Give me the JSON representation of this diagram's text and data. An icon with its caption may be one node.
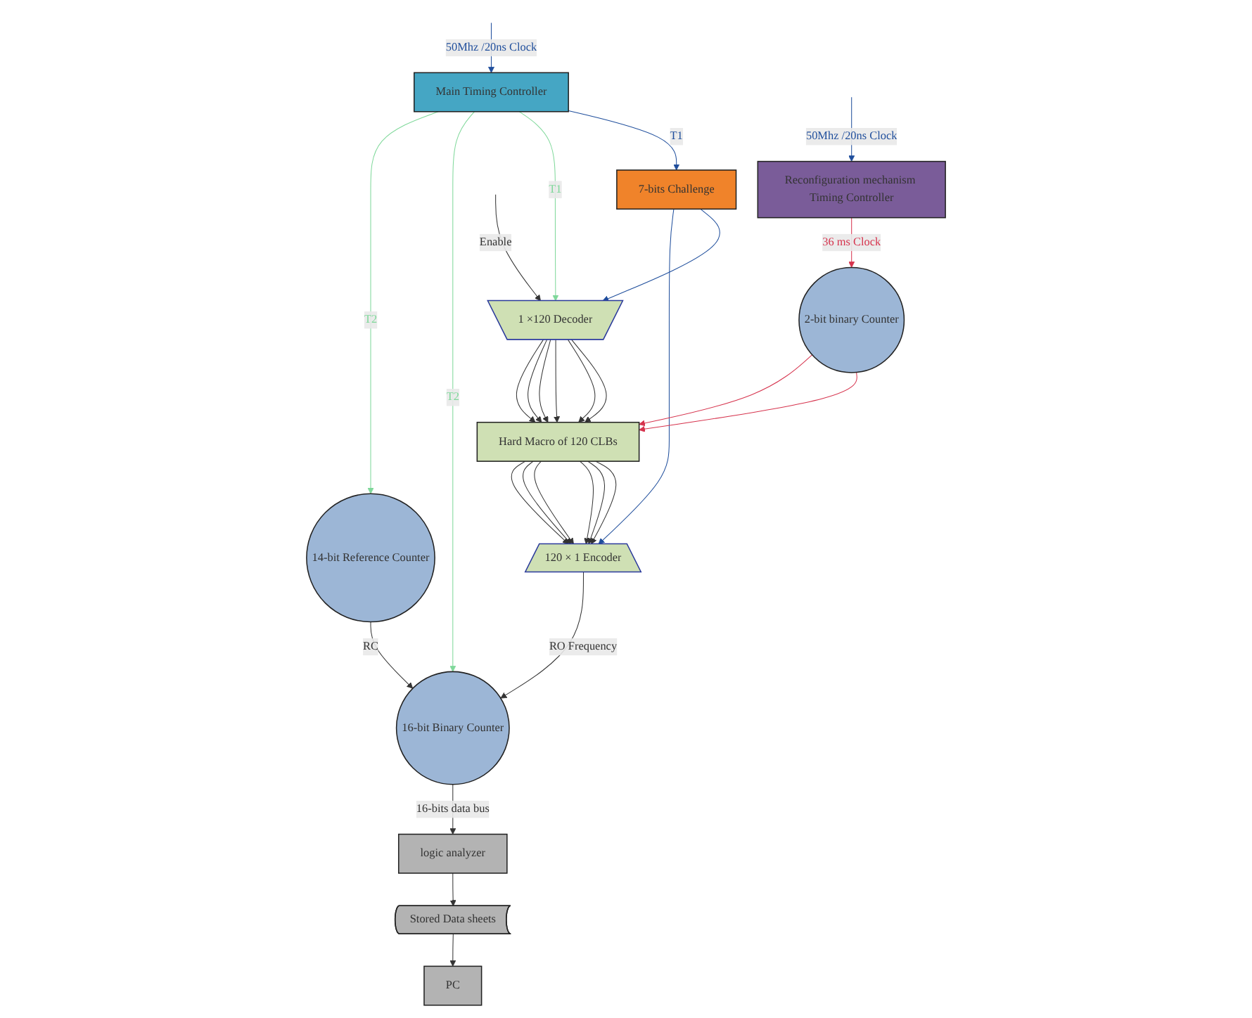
{
  "diagram": {
    "nodes": [
      {
        "text": [
          "1 ×120 Decoder"
        ]
      },
      {
        "text": [
          "Hard Macro of 120 CLBs"
        ]
      },
      {
        "text": [
          "120 × 1 Encoder"
        ]
      },
      {
        "text": [
          "16-bit Binary Counter"
        ]
      },
      {
        "text": [
          "14-bit Reference Counter"
        ]
      },
      {
        "text": [
          "7-bits Challenge"
        ]
      },
      {
        "text": [
          "Main Timing Controller"
        ]
      },
      {
        "text": [
          "logic analyzer"
        ]
      },
      {
        "text": [
          "Stored Data sheets"
        ]
      },
      {
        "text": [
          "PC"
        ]
      },
      {
        "text": [
          "2-bit binary Counter"
        ]
      },
      {
        "text": [
          "Reconfiguration mechanism Timing Controller"
        ]
      }
    ],
    "edges": [
      {
        "from": null,
        "to": 0,
        "arrow": "to",
        "label": "Enable"
      },
      {
        "from": 0,
        "to": 1,
        "arrow": "to"
      },
      {
        "from": 0,
        "to": 1,
        "arrow": "to"
      },
      {
        "from": 0,
        "to": 1,
        "arrow": "to"
      },
      {
        "from": 0,
        "to": 1,
        "arrow": "to"
      },
      {
        "from": 0,
        "to": 1,
        "arrow": "to"
      },
      {
        "from": 0,
        "to": 1,
        "arrow": "to"
      },
      {
        "from": 1,
        "to": 2,
        "arrow": "to"
      },
      {
        "from": 1,
        "to": 2,
        "arrow": "to"
      },
      {
        "from": 1,
        "to": 2,
        "arrow": "to"
      },
      {
        "from": 1,
        "to": 2,
        "arrow": "to"
      },
      {
        "from": 1,
        "to": 2,
        "arrow": "to"
      },
      {
        "from": 1,
        "to": 2,
        "arrow": "to"
      },
      {
        "from": 2,
        "to": 3,
        "arrow": "to",
        "label": "RO Frequency"
      },
      {
        "from": 4,
        "to": 3,
        "arrow": "to",
        "label": "RC"
      },
      {
        "from": 3,
        "to": 7,
        "arrow": "to",
        "label": "16-bits data bus"
      },
      {
        "from": 7,
        "to": 8,
        "arrow": "to"
      },
      {
        "from": 8,
        "to": 9,
        "arrow": "to"
      },
      {
        "from": null,
        "to": 6,
        "arrow": "to",
        "label": "50Mhz /20ns Clock",
        "color": "#1f4e9c"
      },
      {
        "from": 6,
        "to": 5,
        "arrow": "to",
        "label": "T1",
        "color": "#1f4e9c"
      },
      {
        "from": 5,
        "to": 0,
        "arrow": "to",
        "color": "#1f4e9c"
      },
      {
        "from": 5,
        "to": 2,
        "arrow": "to",
        "color": "#1f4e9c"
      },
      {
        "from": 6,
        "to": 0,
        "arrow": "to",
        "label": "T1",
        "color": "#7fd89a"
      },
      {
        "from": 6,
        "to": 3,
        "arrow": "to",
        "label": "T2",
        "color": "#7fd89a"
      },
      {
        "from": 6,
        "to": 4,
        "arrow": "to",
        "label": "T2",
        "color": "#7fd89a"
      },
      {
        "from": 10,
        "to": 1,
        "arrow": "to",
        "color": "#d6334d"
      },
      {
        "from": 10,
        "to": 1,
        "arrow": "to",
        "color": "#d6334d"
      },
      {
        "from": 11,
        "to": 10,
        "arrow": "to",
        "label": "36 ms Clock",
        "color": "#d6334d"
      },
      {
        "from": null,
        "to": 11,
        "arrow": "to",
        "label": "50Mhz /20ns Clock",
        "color": "#1f4e9c"
      }
    ]
  }
}
